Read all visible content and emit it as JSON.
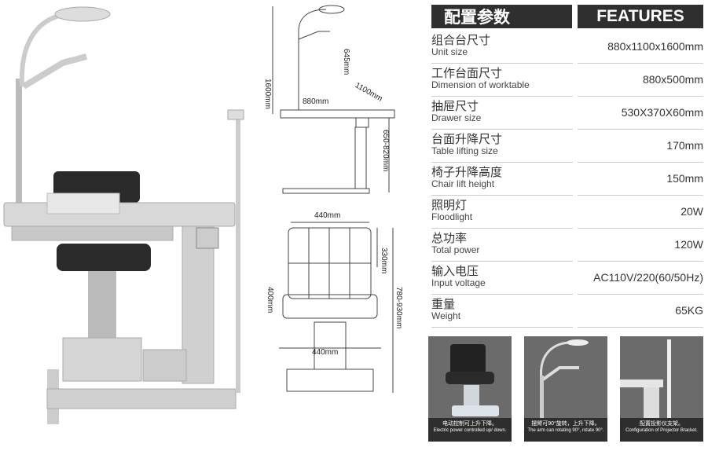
{
  "header": {
    "title_zh": "配置参数",
    "title_en": "FEATURES"
  },
  "specs": [
    {
      "zh": "组合台尺寸",
      "en": "Unit size",
      "value": "880x1100x1600mm"
    },
    {
      "zh": "工作台面尺寸",
      "en": "Dimension of worktable",
      "value": "880x500mm"
    },
    {
      "zh": "抽屉尺寸",
      "en": "Drawer size",
      "value": "530X370X60mm"
    },
    {
      "zh": "台面升降尺寸",
      "en": "Table lifting size",
      "value": "170mm"
    },
    {
      "zh": "椅子升降高度",
      "en": "Chair lift height",
      "value": "150mm"
    },
    {
      "zh": "照明灯",
      "en": "Floodlight",
      "value": "20W"
    },
    {
      "zh": "总功率",
      "en": "Total power",
      "value": "120W"
    },
    {
      "zh": "输入电压",
      "en": "Input voltage",
      "value": "AC110V/220(60/50Hz)"
    },
    {
      "zh": "重量",
      "en": "Weight",
      "value": "65KG"
    }
  ],
  "diagram_table": {
    "height": "1600mm",
    "lamp_arm": "645mm",
    "depth": "1100mm",
    "width": "880mm",
    "table_height": "650-820mm"
  },
  "diagram_chair": {
    "top_width": "440mm",
    "back_height": "330mm",
    "seat_depth": "400mm",
    "seat_height": "780-930mm",
    "base_width": "440mm"
  },
  "thumbnails": [
    {
      "zh": "电动控制可上升下降。",
      "en": "Electric power controlled up/ down."
    },
    {
      "zh": "摆臂可90°旋转，上升下降。",
      "en": "The arm can rotating 90°, rotate 90°."
    },
    {
      "zh": "配置投影仪支架。",
      "en": "Configuration of Projector Bracket."
    }
  ]
}
